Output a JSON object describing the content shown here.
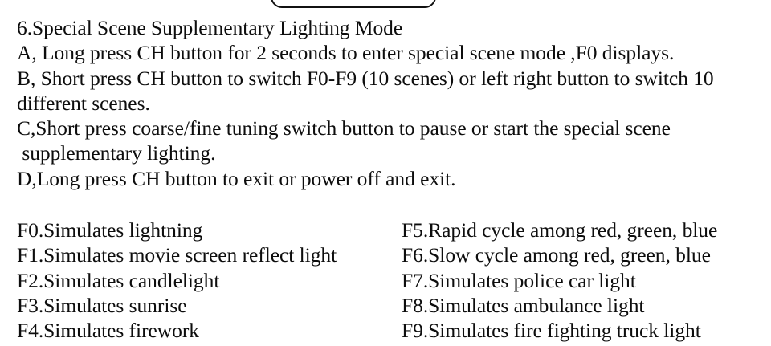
{
  "page": {
    "section_number": "6.",
    "title_line": "6.Special Scene Supplementary Lighting Mode"
  },
  "top_shape": {
    "name": "rounded-rectangle-outline",
    "visible_portion": "bottom-edge-only",
    "stroke_color": "#111111",
    "background": "#ffffff"
  },
  "instructions": {
    "heading": "6.Special Scene Supplementary Lighting Mode",
    "items": [
      {
        "id": "A",
        "text": "A, Long press CH button for 2 seconds to enter special scene mode ,F0 displays."
      },
      {
        "id": "B",
        "text": "B, Short press CH button to switch F0-F9 (10 scenes) or left right button to switch 10 different scenes."
      },
      {
        "id": "C",
        "text": "C,Short press coarse/fine tuning switch button to pause or start the special scene\n supplementary lighting."
      },
      {
        "id": "D",
        "text": "D,Long press CH button to exit or power off and exit."
      }
    ]
  },
  "scene_list": {
    "left_column": [
      {
        "code": "F0",
        "label": "F0.Simulates lightning"
      },
      {
        "code": "F1",
        "label": "F1.Simulates movie screen reflect light"
      },
      {
        "code": "F2",
        "label": "F2.Simulates candlelight"
      },
      {
        "code": "F3",
        "label": "F3.Simulates sunrise"
      },
      {
        "code": "F4",
        "label": "F4.Simulates firework"
      }
    ],
    "right_column": [
      {
        "code": "F5",
        "label": "F5.Rapid cycle among red, green, blue"
      },
      {
        "code": "F6",
        "label": "F6.Slow cycle among red, green, blue"
      },
      {
        "code": "F7",
        "label": "F7.Simulates police car light"
      },
      {
        "code": "F8",
        "label": "F8.Simulates ambulance light"
      },
      {
        "code": "F9",
        "label": "F9.Simulates fire fighting truck light"
      }
    ]
  },
  "colors": {
    "text": "#0d0d0d",
    "background": "#ffffff",
    "stroke": "#111111"
  }
}
